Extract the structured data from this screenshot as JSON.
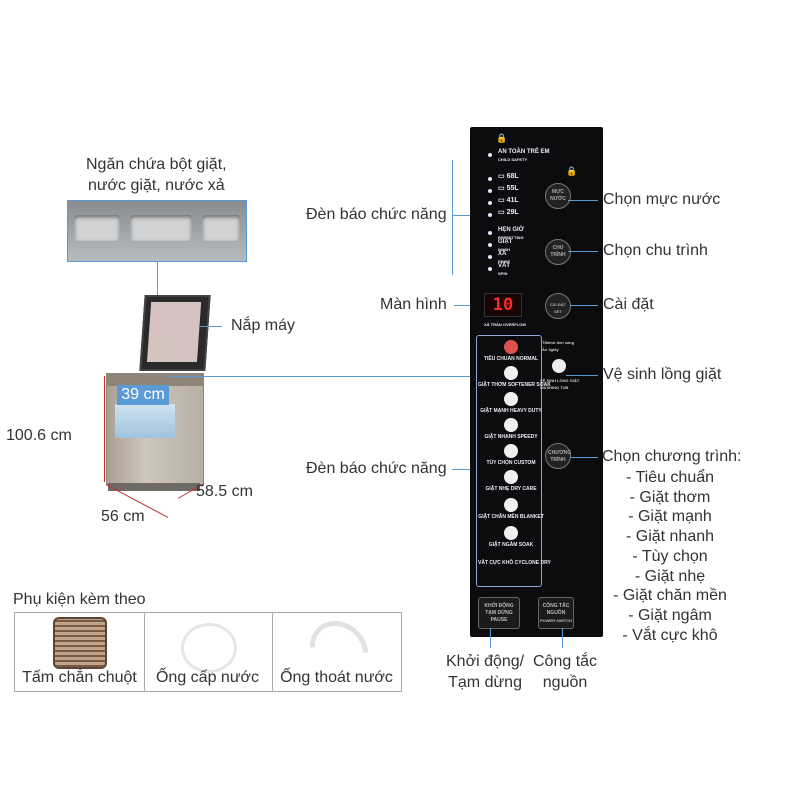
{
  "labels": {
    "detergent": [
      "Ngăn chứa bột giặt,",
      "nước giặt, nước xả"
    ],
    "lid": "Nắp máy",
    "height": "100.6 cm",
    "inner_width": "39 cm",
    "depth": "58.5 cm",
    "width": "56  cm",
    "indicator_top": "Đèn báo chức năng",
    "screen": "Màn hình",
    "indicator_bottom": "Đèn báo chức năng",
    "water_level": "Chọn mực nước",
    "cycle": "Chọn chu trình",
    "settings": "Cài đặt",
    "drum_clean": "Vệ sinh lồng giặt",
    "program_title": "Chọn chương trình:",
    "programs": [
      "- Tiêu chuẩn",
      "- Giặt thơm",
      "- Giặt mạnh",
      "- Giặt nhanh",
      "- Tùy chọn",
      "- Giặt nhẹ",
      "- Giặt chăn mền",
      "- Giặt ngâm",
      "- Vắt cực khô"
    ],
    "start_pause": [
      "Khởi động/",
      "Tạm dừng"
    ],
    "power": [
      "Công tắc",
      "nguồn"
    ]
  },
  "accessories": {
    "title": "Phụ kiện kèm theo",
    "items": [
      "Tấm chắn chuột",
      "Ống cấp nước",
      "Ống thoát nước"
    ]
  },
  "panel": {
    "child_safety": [
      "AN TOÀN TRẺ EM",
      "CHILD SAFETY"
    ],
    "levels": [
      "68L",
      "55L",
      "41L",
      "29L"
    ],
    "statuses": [
      [
        "HẸN GIỜ",
        "PRESETTING"
      ],
      [
        "GIẶT",
        "WASH"
      ],
      [
        "XẢ",
        "RINSE"
      ],
      [
        "VẮT",
        "SPIN"
      ]
    ],
    "display": "10",
    "overflow": "XẢ TRÀN OVERFLOW",
    "programs": [
      "TIÊU CHUẨN NORMAL",
      "GIẶT THƠM SOFTENER SOAK",
      "GIẶT MẠNH HEAVY DUTY",
      "GIẶT NHANH SPEEDY",
      "TÙY CHỌN CUSTOM",
      "GIẶT NHẸ DRY CARE",
      "GIẶT CHĂN MỀN BLANKET",
      "GIẶT NGÂM SOAK",
      "VẮT CỰC KHÔ CYCLONE DRY"
    ],
    "btn_water": [
      "MỰC",
      "NƯỚC"
    ],
    "btn_cycle": [
      "CHU",
      "TRÌNH"
    ],
    "btn_settings": [
      "CÀI ĐẶT",
      "SET"
    ],
    "btn_clean_note": [
      "Tắt/mở đèn sáng",
      "Ấn 3giây"
    ],
    "btn_clean": [
      "VỆ SINH LỒNG GIẶT",
      "WASHING TUB"
    ],
    "btn_program": [
      "CHƯƠNG",
      "TRÌNH"
    ],
    "btn_start": [
      "KHỞI ĐỘNG",
      "TẠM DỪNG",
      "PAUSE"
    ],
    "btn_power": [
      "CÔNG TẮC",
      "NGUỒN",
      "POWER SWITCH"
    ]
  }
}
